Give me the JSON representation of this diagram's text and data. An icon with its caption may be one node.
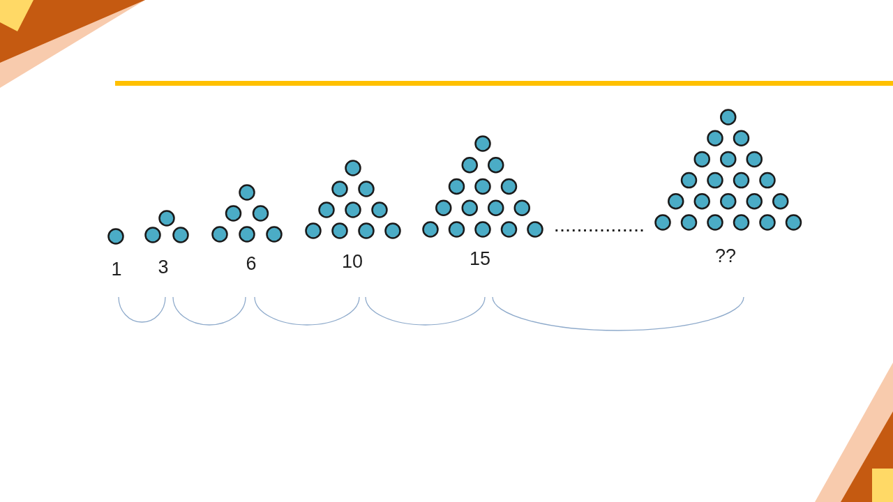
{
  "diagram": {
    "nodes": [
      {
        "text": [
          "1"
        ]
      },
      {
        "text": [
          "3"
        ]
      },
      {
        "text": [
          "6"
        ]
      },
      {
        "text": [
          "10"
        ]
      },
      {
        "text": [
          "15"
        ]
      },
      {
        "text": [
          "??"
        ]
      }
    ],
    "edges": [
      {
        "from": 0,
        "to": 1,
        "arrow": "none"
      },
      {
        "from": 1,
        "to": 2,
        "arrow": "none"
      },
      {
        "from": 2,
        "to": 3,
        "arrow": "none"
      },
      {
        "from": 3,
        "to": 4,
        "arrow": "none"
      },
      {
        "from": 4,
        "to": 5,
        "arrow": "none"
      }
    ],
    "labels": [
      "................"
    ]
  }
}
